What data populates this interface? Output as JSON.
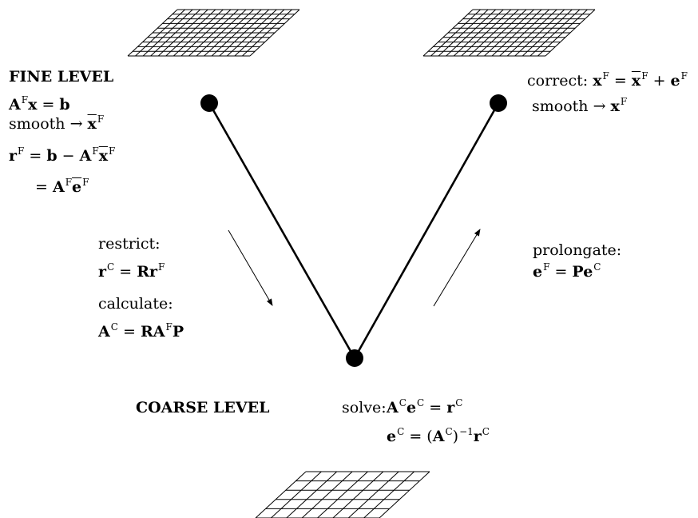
{
  "fine": {
    "heading": "FINE LEVEL",
    "smooth_label": "smooth",
    "residual_eq2_prefix": "= "
  },
  "restrict": {
    "label": "restrict:",
    "calc_label": "calculate:"
  },
  "coarse": {
    "heading": "COARSE LEVEL",
    "solve_label": "solve:"
  },
  "prolongate": {
    "label": "prolongate:"
  },
  "correct": {
    "label": "correct:",
    "smooth_label": "smooth"
  },
  "colors": {
    "ink": "#000000",
    "background": "#ffffff"
  },
  "icons": {
    "fine_grid_left": "fine-grid-icon",
    "fine_grid_right": "fine-grid-icon",
    "coarse_grid": "coarse-grid-icon"
  }
}
